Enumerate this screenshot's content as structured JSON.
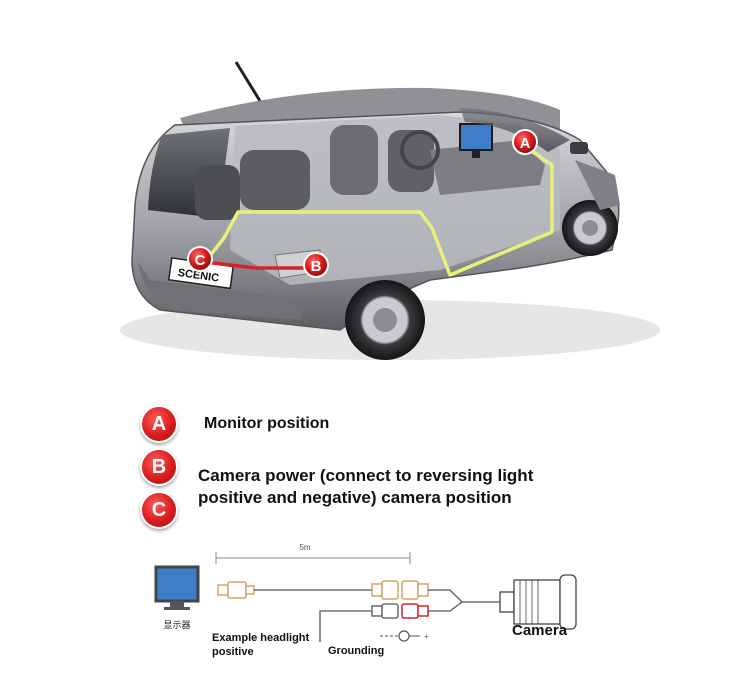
{
  "car": {
    "plate": "SCENIC",
    "markers": [
      {
        "letter": "A"
      },
      {
        "letter": "B"
      },
      {
        "letter": "C"
      }
    ]
  },
  "legend": [
    {
      "letter": "A",
      "text": "Monitor position"
    },
    {
      "letter": "B",
      "text": "Camera power (connect to reversing light"
    },
    {
      "letter": "C",
      "text": "positive and negative) camera position"
    }
  ],
  "wiring": {
    "length": "5m",
    "monitor_label": "显示器",
    "headlight_label_1": "Example headlight",
    "headlight_label_2": "positive",
    "grounding_label": "Grounding",
    "camera_label": "Camera"
  },
  "colors": {
    "marker_red": "#d71d1d",
    "wire_yellow": "#e9ef7a",
    "wire_red": "#d4242a"
  }
}
